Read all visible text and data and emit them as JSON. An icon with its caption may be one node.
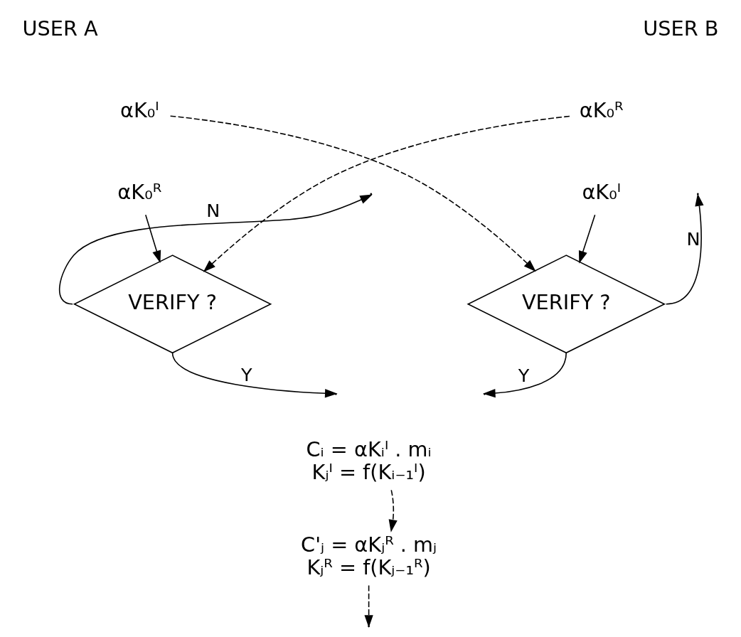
{
  "diagram": {
    "nodes": [
      {
        "text": [
          "αK₀ᴵ"
        ]
      },
      {
        "text": [
          "αK₀ᴿ"
        ]
      },
      {
        "text": [
          "αK₀ᴿ"
        ]
      },
      {
        "text": [
          "αK₀ᴵ"
        ]
      },
      {
        "text": [
          "VERIFY ?"
        ]
      },
      {
        "text": [
          "VERIFY ?"
        ]
      },
      {
        "text": [
          "Cᵢ = αKᵢᴵ . mᵢ",
          "Kⱼᴵ = f(Kᵢ₋₁ᴵ)"
        ]
      },
      {
        "text": [
          "C'ⱼ = αKⱼᴿ . mⱼ",
          "Kⱼᴿ = f(Kⱼ₋₁ᴿ)"
        ]
      }
    ],
    "edges": [
      {
        "from": 0,
        "to": 5,
        "arrow": "to",
        "style": "dashed"
      },
      {
        "from": 1,
        "to": 4,
        "arrow": "to",
        "style": "dashed"
      },
      {
        "from": 2,
        "to": 4,
        "arrow": "to"
      },
      {
        "from": 3,
        "to": 5,
        "arrow": "to"
      },
      {
        "from": 4,
        "to": null,
        "arrow": "to",
        "label": "N"
      },
      {
        "from": 5,
        "to": null,
        "arrow": "to",
        "label": "N"
      },
      {
        "from": 4,
        "to": null,
        "arrow": "to",
        "label": "Y"
      },
      {
        "from": 5,
        "to": null,
        "arrow": "to",
        "label": "Y"
      },
      {
        "from": 6,
        "to": 7,
        "arrow": "to",
        "style": "dashed"
      },
      {
        "from": 7,
        "to": null,
        "arrow": "to",
        "style": "dashed"
      }
    ],
    "labels": [
      "USER A",
      "USER B"
    ]
  }
}
